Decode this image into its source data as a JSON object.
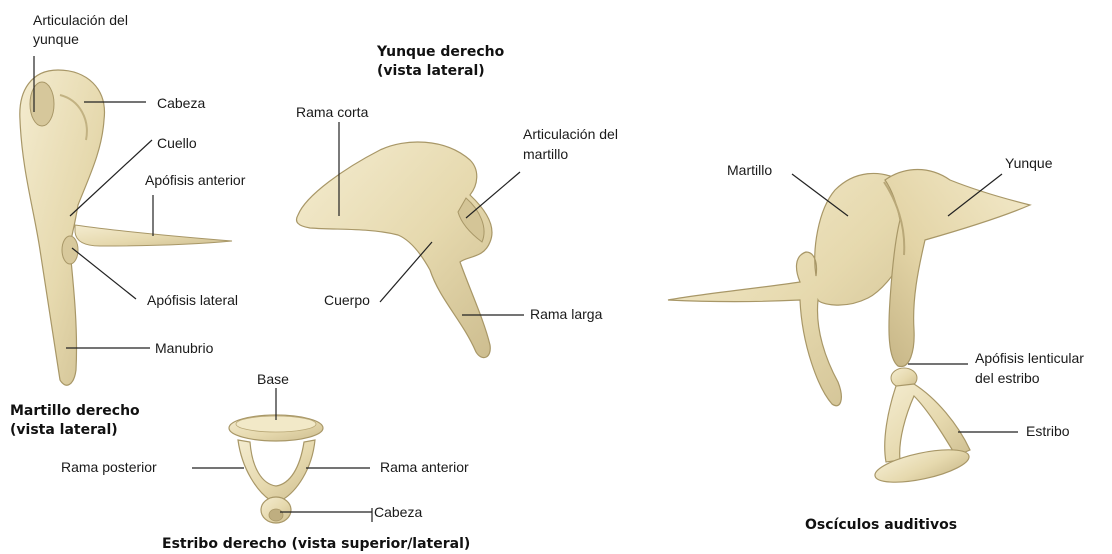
{
  "colors": {
    "bone_fill": "#ece1bb",
    "bone_shade": "#c8b98e",
    "bone_edge": "#a89767",
    "leader_line": "#222222",
    "background": "#ffffff"
  },
  "malleus": {
    "title_line1": "Martillo derecho",
    "title_line2": "(vista lateral)",
    "labels": {
      "articulacion_line1": "Articulación del",
      "articulacion_line2": "yunque",
      "cabeza": "Cabeza",
      "cuello": "Cuello",
      "apofisis_anterior": "Apófisis anterior",
      "apofisis_lateral": "Apófisis lateral",
      "manubrio": "Manubrio"
    }
  },
  "incus": {
    "title_line1": "Yunque derecho",
    "title_line2": "(vista lateral)",
    "labels": {
      "rama_corta": "Rama corta",
      "articulacion_line1": "Articulación del",
      "articulacion_line2": "martillo",
      "cuerpo": "Cuerpo",
      "rama_larga": "Rama larga"
    }
  },
  "stapes": {
    "title": "Estribo derecho (vista superior/lateral)",
    "labels": {
      "base": "Base",
      "rama_posterior": "Rama posterior",
      "rama_anterior": "Rama anterior",
      "cabeza": "Cabeza"
    }
  },
  "ossicles": {
    "title": "Oscículos auditivos",
    "labels": {
      "martillo": "Martillo",
      "yunque": "Yunque",
      "apofisis_lenticular_line1": "Apófisis lenticular",
      "apofisis_lenticular_line2": "del estribo",
      "estribo": "Estribo"
    }
  }
}
